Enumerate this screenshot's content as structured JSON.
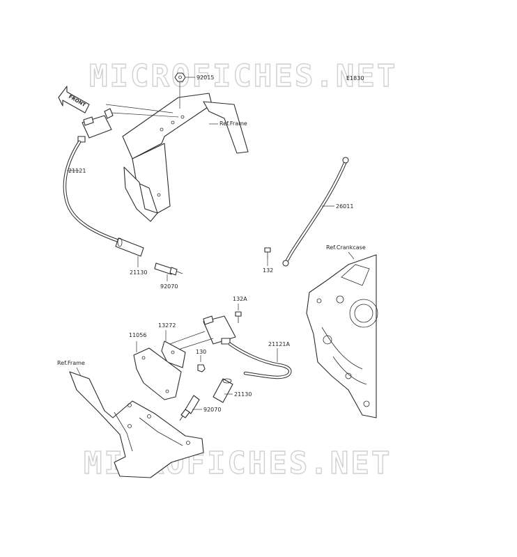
{
  "diagram": {
    "code": "E1830",
    "watermarks": [
      "MICROFICHES.NET",
      "MICROFICHES.NET"
    ],
    "front_marker": "FRONT",
    "references": {
      "frame_top": "Ref.Frame",
      "frame_bottom": "Ref.Frame",
      "crankcase": "Ref.Crankcase"
    },
    "parts": {
      "p92015": "92015",
      "p21121": "21121",
      "p26011": "26011",
      "p132": "132",
      "p21130_top": "21130",
      "p92070_top": "92070",
      "p132A": "132A",
      "p13272": "13272",
      "p11056": "11056",
      "p130": "130",
      "p21121A": "21121A",
      "p21130_bottom": "21130",
      "p92070_bottom": "92070"
    }
  }
}
